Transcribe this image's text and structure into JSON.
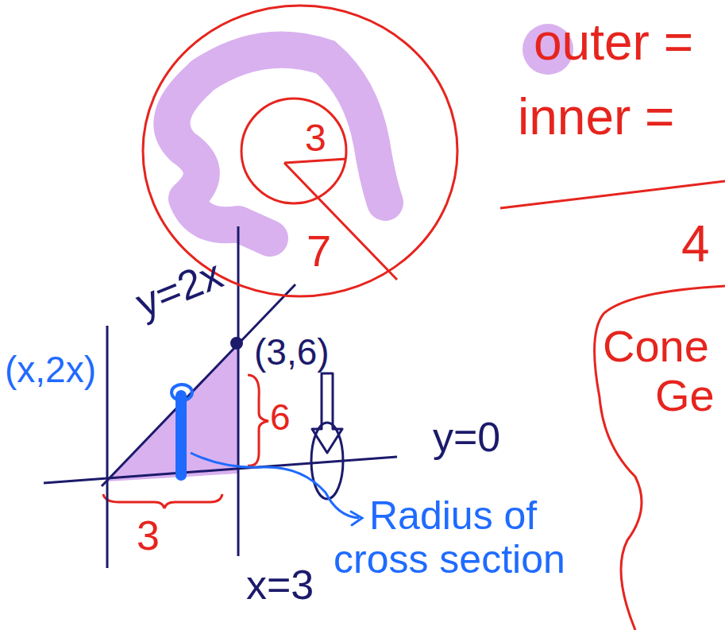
{
  "diagram": {
    "nodes": [
      {
        "text": [
          "7"
        ]
      },
      {
        "text": [
          "3"
        ],
        "in": 0
      },
      {
        "text": [
          "Cone Ge"
        ]
      }
    ],
    "labels": [
      "outer =",
      "inner =",
      "4",
      "y=2x",
      "(3,6)",
      "(x,2x)",
      "6",
      "y=0",
      "3",
      "x=3",
      "Radius of cross section"
    ]
  }
}
